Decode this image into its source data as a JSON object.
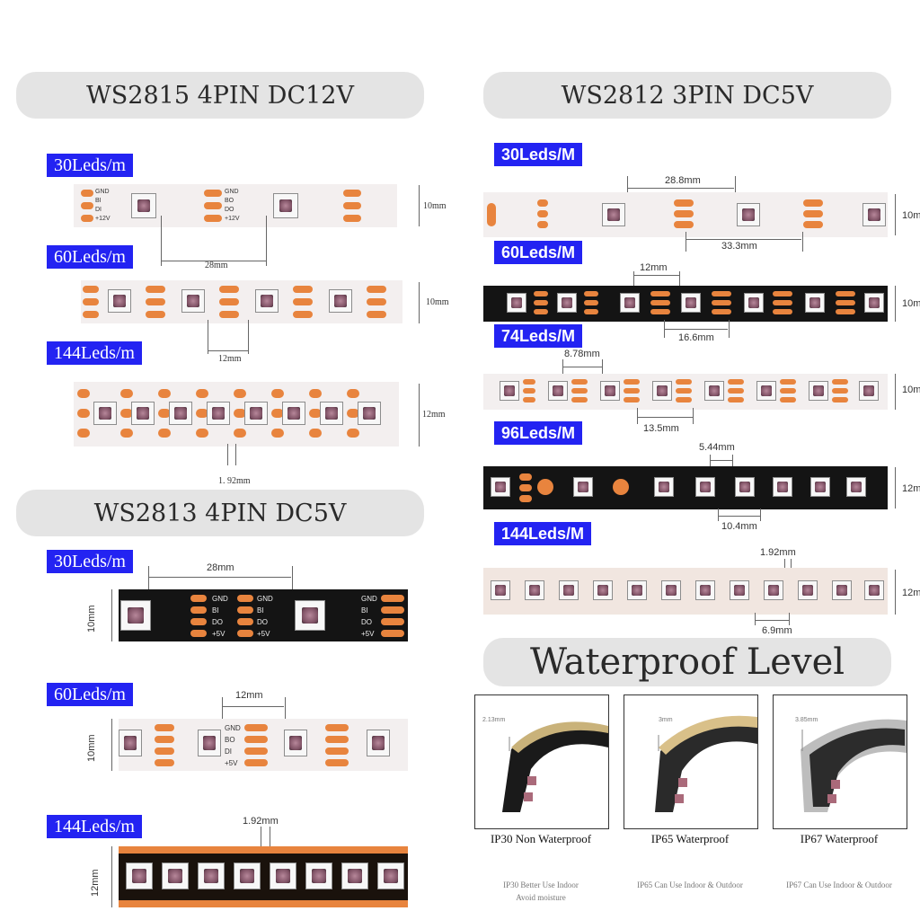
{
  "sections": {
    "ws2815": "WS2815 4PIN DC12V",
    "ws2812": "WS2812 3PIN DC5V",
    "ws2813": "WS2813 4PIN DC5V",
    "waterproof": "Waterproof Level"
  },
  "ws2815_tags": [
    "30Leds/m",
    "60Leds/m",
    "144Leds/m"
  ],
  "ws2815_dims": [
    "28mm",
    "10mm",
    "12mm",
    "10mm",
    "12mm",
    "1. 92mm"
  ],
  "ws2815_pins": [
    "GND",
    "BI",
    "DI",
    "+12V",
    "BO",
    "DO"
  ],
  "ws2812_tags": [
    "30Leds/M",
    "60Leds/M",
    "74Leds/M",
    "96Leds/M",
    "144Leds/M"
  ],
  "ws2812_dims": [
    "28.8mm",
    "33.3mm",
    "10m",
    "12mm",
    "16.6mm",
    "10m",
    "8.78mm",
    "13.5mm",
    "10m",
    "5.44mm",
    "10.4mm",
    "12m",
    "1.92mm",
    "6.9mm",
    "12m"
  ],
  "ws2813_tags": [
    "30Leds/m",
    "60Leds/m",
    "144Leds/m"
  ],
  "ws2813_dims": [
    "28mm",
    "10mm",
    "12mm",
    "10mm",
    "1.92mm",
    "12mm"
  ],
  "ws2813_pins": [
    "GND",
    "BI",
    "DO",
    "+5V",
    "BO",
    "DI"
  ],
  "waterproof": {
    "cards": [
      {
        "thickness": "2.13mm",
        "label": "IP30 Non Waterproof",
        "note1": "IP30 Better Use Indoor",
        "note2": "Avoid moisture"
      },
      {
        "thickness": "3mm",
        "label": "IP65 Waterproof",
        "note1": "IP65 Can Use Indoor & Outdoor",
        "note2": ""
      },
      {
        "thickness": "3.85mm",
        "label": "IP67 Waterproof",
        "note1": "IP67 Can Use Indoor & Outdoor",
        "note2": ""
      }
    ]
  },
  "colors": {
    "tag_blue": "#2323f2",
    "pill_gray": "#e4e4e4",
    "pad_orange": "#e8843e"
  }
}
